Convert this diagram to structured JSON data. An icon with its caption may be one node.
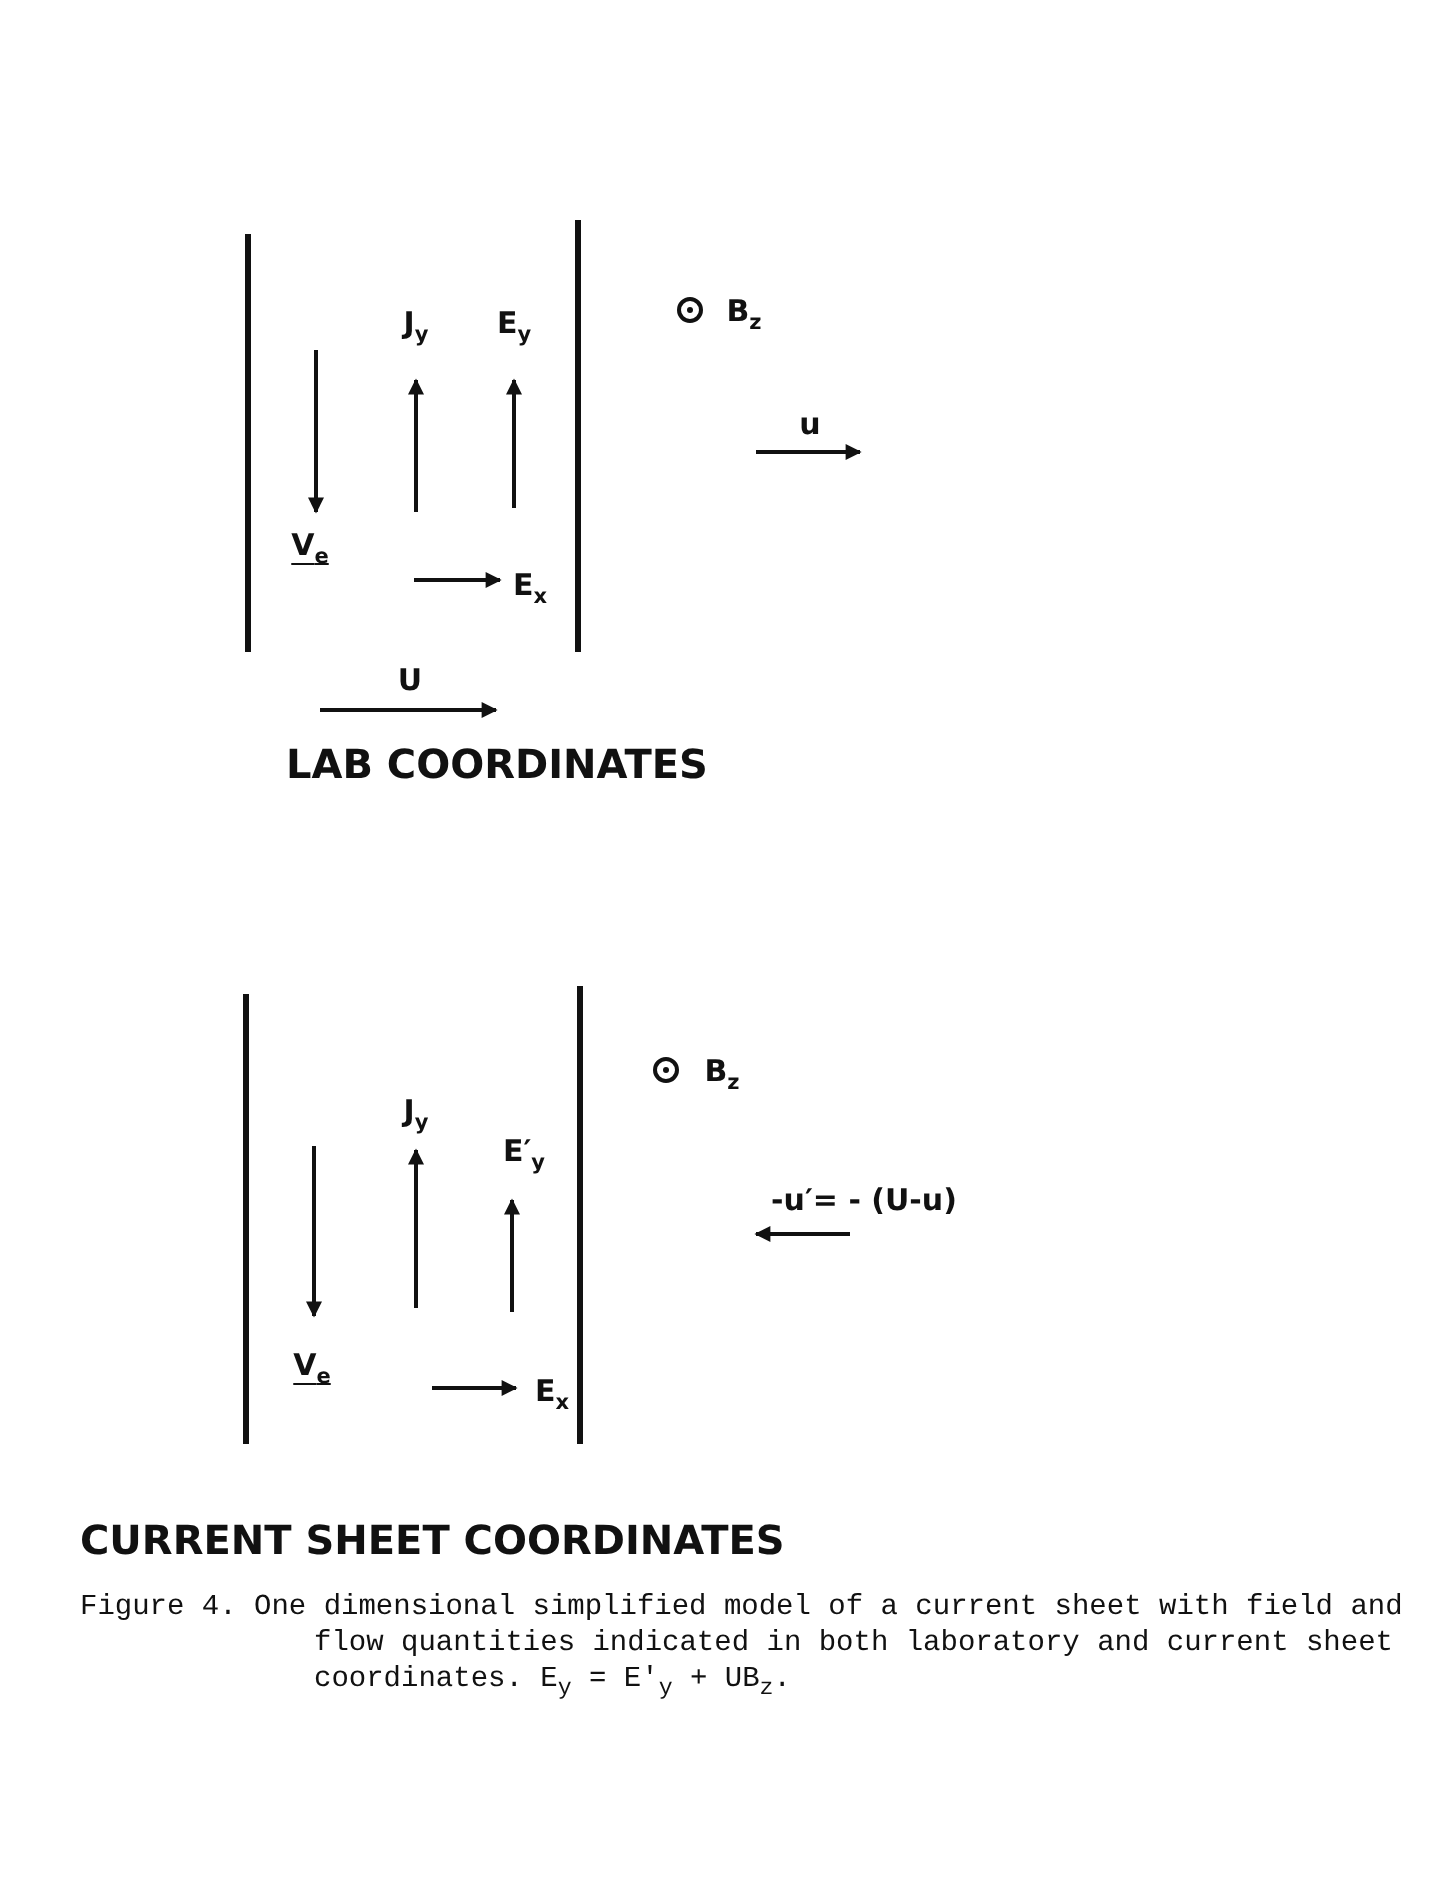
{
  "diagram": {
    "caption": "Figure 4. One dimensional simplified model of a current sheet with field and flow quantities indicated in both laboratory and current sheet coordinates. E$_{y}$ = E'$_{y}$ + UB$_{z}$.",
    "labels": [
      "B$_{z}$",
      "J$_{y}$",
      "E$_{y}$",
      "u",
      "V$_{e}$",
      "E$_{x}$",
      "U",
      "LAB COORDINATES",
      "B$_{z}$",
      "J$_{y}$",
      "E′$_{y}$",
      "-u′= - (U-u)",
      "V$_{e}$",
      "E$_{x}$",
      "CURRENT SHEET COORDINATES"
    ]
  }
}
